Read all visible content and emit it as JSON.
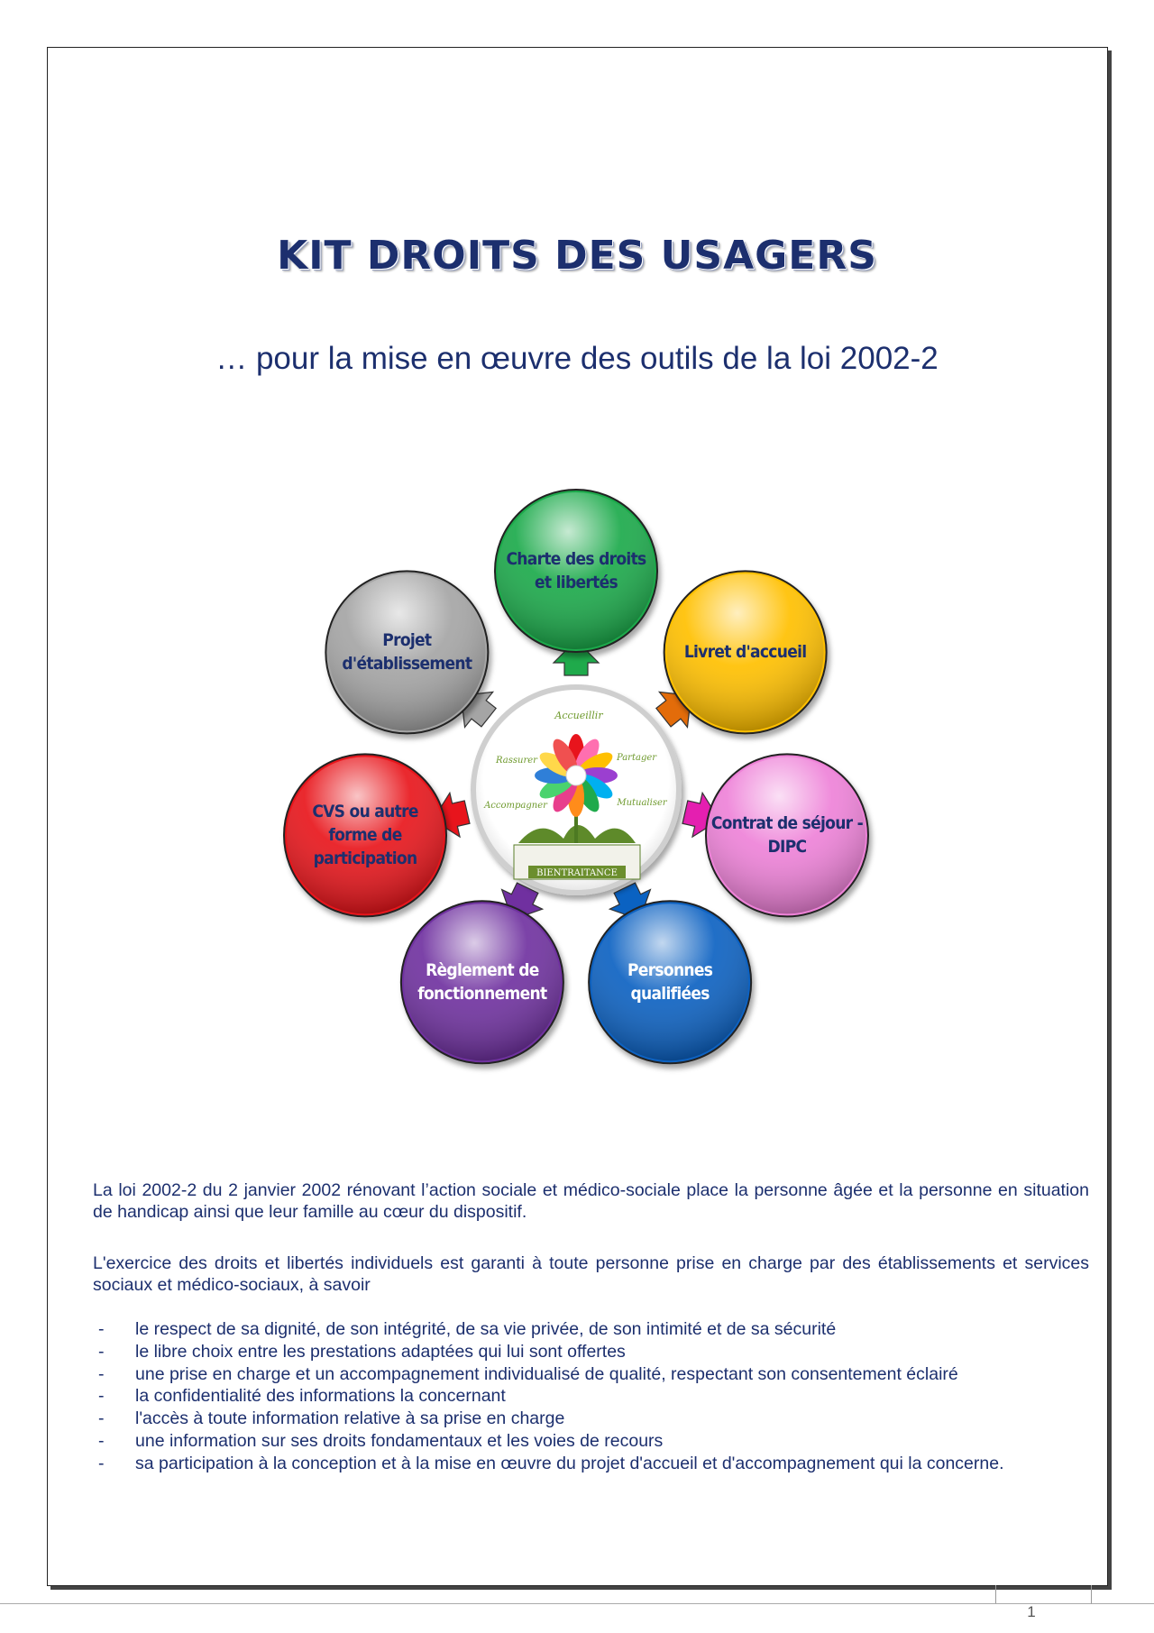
{
  "document": {
    "title": "KIT DROITS DES USAGERS",
    "subtitle": "… pour la mise en œuvre des outils de la loi 2002-2"
  },
  "diagram": {
    "center_logo": {
      "words": [
        "Accueillir",
        "Rassurer",
        "Partager",
        "Accompagner",
        "Mutualiser"
      ],
      "banner": "BIENTRAITANCE"
    },
    "nodes": [
      {
        "name": "node-charte",
        "label": "Charte des droits et libertés",
        "color": "#1faa4b",
        "text_color": "#1c2f6e"
      },
      {
        "name": "node-livret",
        "label": "Livret d'accueil",
        "color": "#ffc000",
        "text_color": "#1c2f6e"
      },
      {
        "name": "node-contrat",
        "label": "Contrat de séjour - DIPC",
        "color": "#ee82d8",
        "text_color": "#1c2f6e"
      },
      {
        "name": "node-personnes",
        "label": "Personnes qualifiées",
        "color": "#0a62c2",
        "text_color": "#ffffff"
      },
      {
        "name": "node-reglement",
        "label": "Règlement de fonctionnement",
        "color": "#7030a0",
        "text_color": "#ffffff"
      },
      {
        "name": "node-cvs",
        "label": "CVS ou autre forme de participation",
        "color": "#e8141c",
        "text_color": "#1c2f6e"
      },
      {
        "name": "node-projet",
        "label": "Projet d'établissement",
        "color": "#a5a5a5",
        "text_color": "#1c2f6e"
      }
    ],
    "arrow_colors": [
      "#1faa4b",
      "#e36c0a",
      "#e41fb0",
      "#0a62c2",
      "#7030a0",
      "#e8141c",
      "#a5a5a5"
    ]
  },
  "body": {
    "paragraph_1": "La loi 2002-2 du 2 janvier 2002 rénovant l’action sociale et médico-sociale place la personne âgée et la personne en situation de handicap ainsi que leur famille au cœur du dispositif.",
    "paragraph_2": "L'exercice des droits et libertés individuels est garanti à toute personne prise en charge par des établissements et services sociaux et médico-sociaux, à savoir",
    "list": [
      "le respect de sa dignité, de son intégrité, de sa vie privée, de son intimité et de sa sécurité",
      "le libre choix entre les prestations adaptées qui lui sont offertes",
      "une prise en charge et un accompagnement individualisé de qualité, respectant son consentement éclairé",
      "la confidentialité des informations la concernant",
      "l'accès à toute information relative à sa prise en charge",
      "une information sur ses droits fondamentaux et les voies de recours",
      "sa participation à la conception et à la mise en œuvre du projet d'accueil et d'accompagnement qui la concerne."
    ],
    "bullet": "-"
  },
  "footer": {
    "page_number": "1"
  }
}
